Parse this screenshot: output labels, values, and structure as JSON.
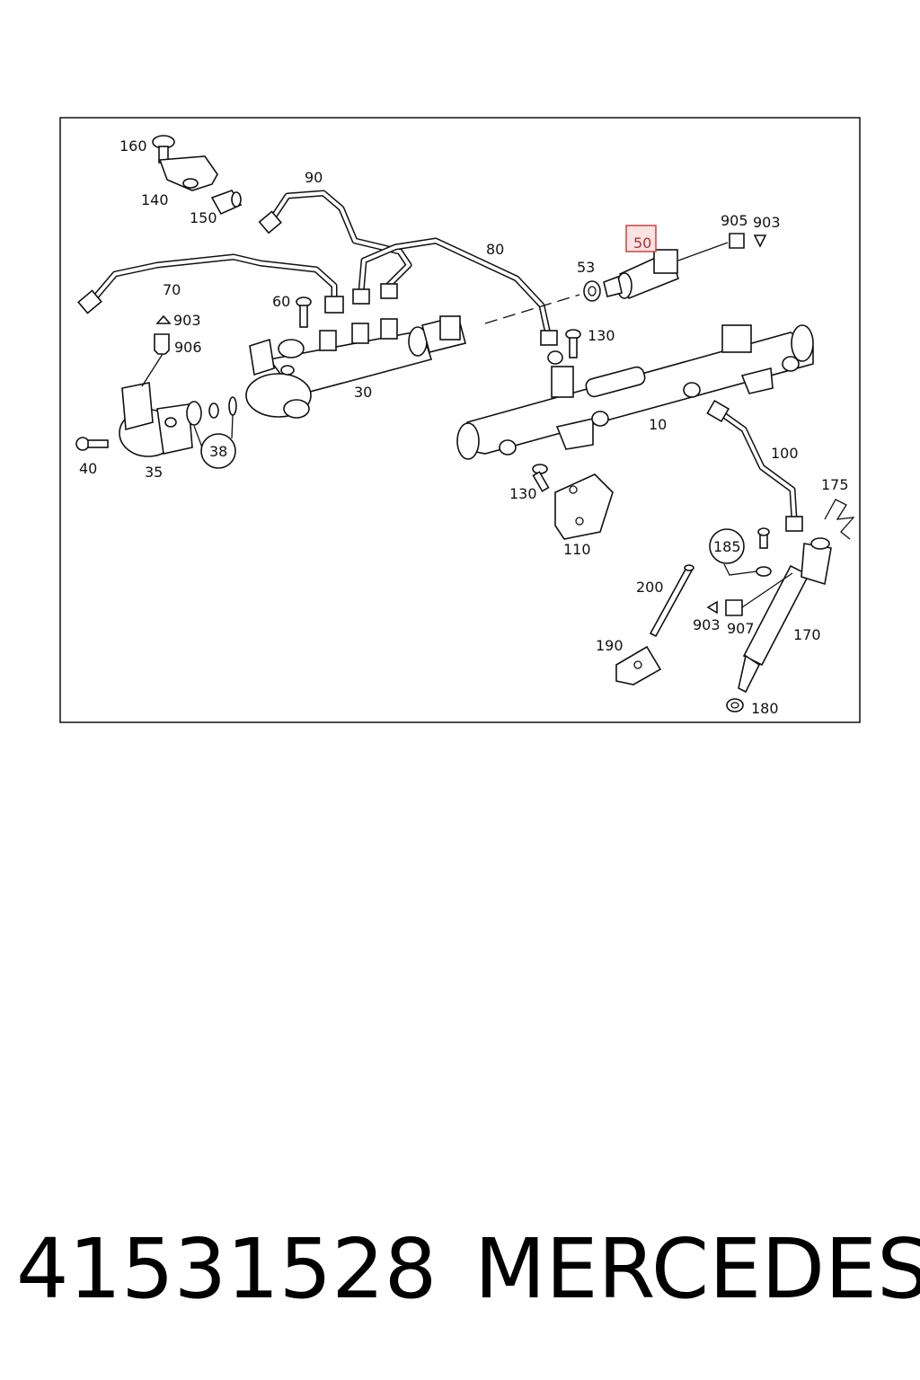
{
  "diagram": {
    "labels": {
      "p10": "10",
      "p30": "30",
      "p35": "35",
      "p38": "38",
      "p40": "40",
      "p50": "50",
      "p53": "53",
      "p60": "60",
      "p70": "70",
      "p80": "80",
      "p90": "90",
      "p100": "100",
      "p110": "110",
      "p130a": "130",
      "p130b": "130",
      "p140": "140",
      "p150": "150",
      "p160": "160",
      "p170": "170",
      "p175": "175",
      "p180": "180",
      "p185": "185",
      "p190": "190",
      "p200": "200",
      "p903a": "903",
      "p903b": "903",
      "p903c": "903",
      "p905": "905",
      "p906": "906",
      "p907": "907"
    },
    "highlight_color": "#d04040",
    "highlight_fill": "#fbe3e3"
  },
  "footer": {
    "part_number": "41531528",
    "brand": "MERCEDES"
  }
}
